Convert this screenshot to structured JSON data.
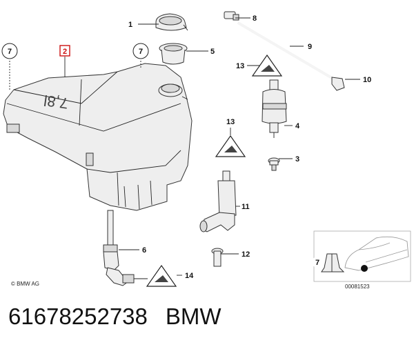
{
  "diagram": {
    "labels": {
      "p1": "1",
      "p2": "2",
      "p3": "3",
      "p4": "4",
      "p5": "5",
      "p6": "6",
      "p7": "7",
      "p8": "8",
      "p9": "9",
      "p10": "10",
      "p11": "11",
      "p12": "12",
      "p13": "13",
      "p14": "14"
    },
    "tank_marking": "7,8l",
    "copyright": "© BMW AG",
    "image_number": "00081523"
  },
  "caption": {
    "part_number": "61678252738",
    "brand": "BMW"
  },
  "colors": {
    "highlight": "#cc1111",
    "line": "#333333",
    "part_fill": "#eeeeee"
  }
}
